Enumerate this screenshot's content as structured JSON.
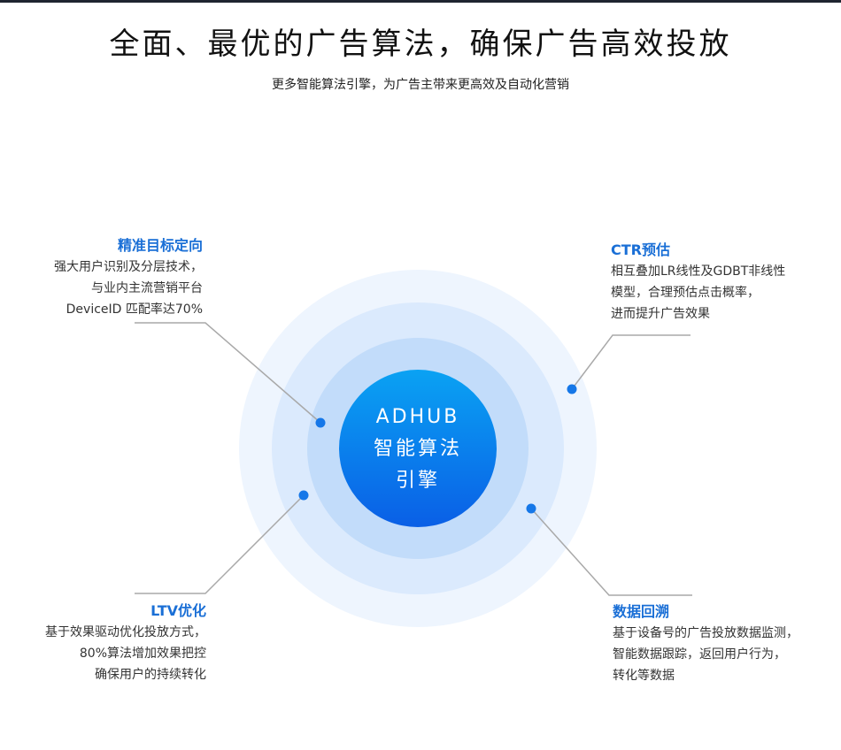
{
  "header": {
    "title": "全面、最优的广告算法，确保广告高效投放",
    "subtitle": "更多智能算法引擎，为广告主带来更高效及自动化营销"
  },
  "core": {
    "line1": "ADHUB",
    "line2": "智能算法",
    "line3": "引擎"
  },
  "features": {
    "precision": {
      "title": "精准目标定向",
      "lines": [
        "强大用户识别及分层技术，",
        "与业内主流营销平台",
        "DeviceID 匹配率达70%"
      ]
    },
    "ctr": {
      "title": "CTR预估",
      "lines": [
        "相互叠加LR线性及GDBT非线性",
        "模型，合理预估点击概率，",
        "进而提升广告效果"
      ]
    },
    "ltv": {
      "title": "LTV优化",
      "lines": [
        "基于效果驱动优化投放方式，",
        "80%算法增加效果把控",
        "确保用户的持续转化"
      ]
    },
    "data": {
      "title": "数据回溯",
      "lines": [
        "基于设备号的广告投放数据监测，",
        "智能数据跟踪，返回用户行为，",
        "转化等数据"
      ]
    }
  },
  "colors": {
    "accent": "#1a6fd6",
    "dot": "#1577e8",
    "ring_outer": "#eef5fe",
    "ring_mid": "#dbeafd",
    "ring_inner": "#c2dcfa",
    "core_top": "#0aa2f3",
    "core_bottom": "#0a5fe6",
    "connector": "#a9a9a9"
  }
}
